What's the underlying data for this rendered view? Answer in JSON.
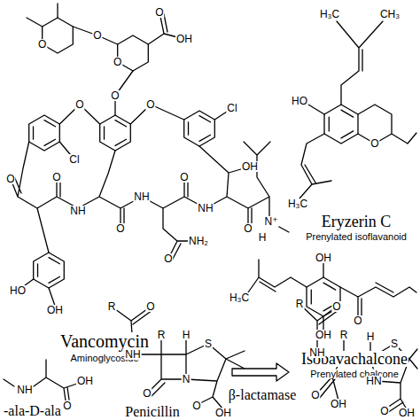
{
  "diagram": {
    "labels": [
      "O",
      "O",
      "O",
      "O",
      "OH",
      "O",
      "O",
      "O",
      "Cl",
      "Cl",
      "O",
      "O",
      "NH",
      "O",
      "NH",
      "NH₂",
      "O",
      "O",
      "NH",
      "OH",
      "O",
      "N⁺",
      "H",
      "OH",
      "HO",
      "Vancomycin",
      "Aminoglycoside",
      "H₃C",
      "CH₃",
      "HO",
      "O",
      "H₃C",
      "Eryzerin C",
      "Prenylated isoflavanoid",
      "OH",
      "H₃C",
      "OH",
      "O",
      "Isobavachalcone",
      "Prenylated chalcone",
      "NH",
      "O",
      "OH",
      "-ala-D-ala",
      "R",
      "O",
      "NH",
      "R",
      "H",
      "S",
      "N",
      "O",
      "O",
      "OH",
      "Penicillin",
      "β-lactamase",
      "R",
      "O",
      "NH",
      "R",
      "H",
      "S",
      "HN",
      "O",
      "OH",
      "O",
      "OH"
    ]
  }
}
